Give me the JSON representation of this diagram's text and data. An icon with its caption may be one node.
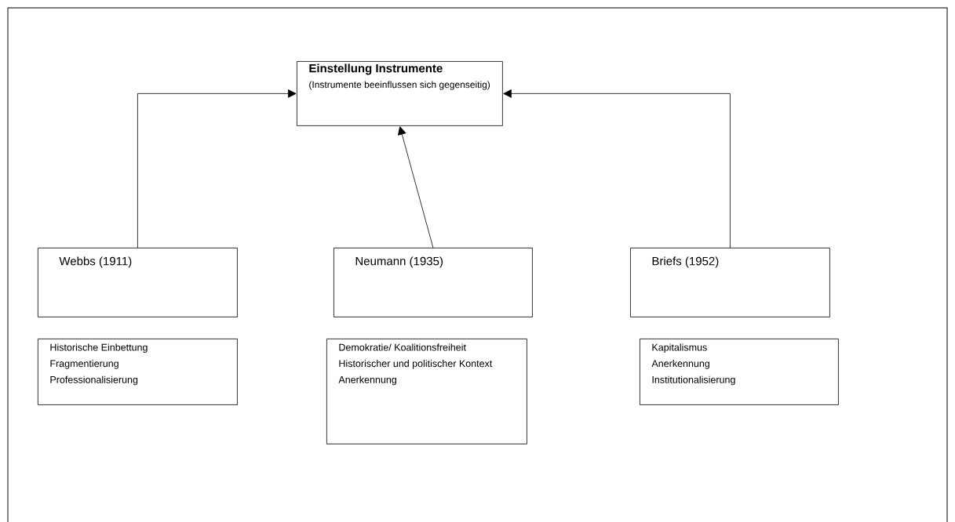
{
  "diagram": {
    "nodes": [
      {
        "text": [
          "Einstellung Instrumente",
          "(Instrumente beeinflussen sich gegenseitig)"
        ]
      },
      {
        "text": [
          "Webbs (1911)"
        ]
      },
      {
        "text": [
          "Neumann (1935)"
        ]
      },
      {
        "text": [
          "Briefs (1952)"
        ]
      },
      {
        "text": [
          "Historische Einbettung",
          "Fragmentierung",
          "Professionalisierung"
        ]
      },
      {
        "text": [
          "Demokratie/ Koalitionsfreiheit",
          "Historischer und politischer Kontext",
          "Anerkennung"
        ]
      },
      {
        "text": [
          "Kapitalismus",
          "Anerkennung",
          "Institutionalisierung"
        ]
      }
    ],
    "edges": [
      {
        "from": 1,
        "to": 0,
        "arrow": "to"
      },
      {
        "from": 2,
        "to": 0,
        "arrow": "to"
      },
      {
        "from": 3,
        "to": 0,
        "arrow": "to"
      }
    ]
  }
}
